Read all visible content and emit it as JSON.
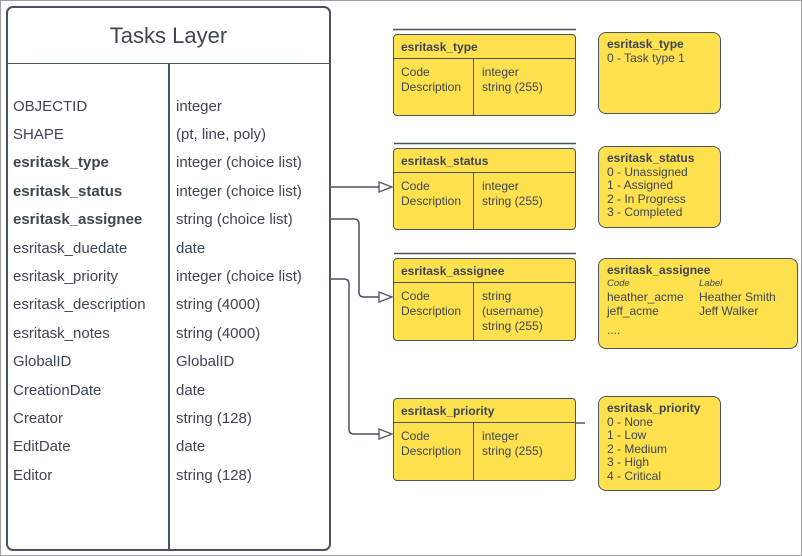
{
  "colors": {
    "accent_yellow": "#ffe14d",
    "ink": "#3e4553",
    "stroke": "#4a5362",
    "canvas_border": "#9e9e9e"
  },
  "tasks_layer": {
    "title": "Tasks Layer",
    "fields": [
      {
        "name": "OBJECTID",
        "type": "integer",
        "bold": false
      },
      {
        "name": "SHAPE",
        "type": "(pt, line, poly)",
        "bold": false
      },
      {
        "name": "esritask_type",
        "type": "integer (choice list)",
        "bold": true
      },
      {
        "name": "esritask_status",
        "type": "integer (choice list)",
        "bold": true
      },
      {
        "name": "esritask_assignee",
        "type": "string (choice list)",
        "bold": true
      },
      {
        "name": "esritask_duedate",
        "type": "date",
        "bold": false
      },
      {
        "name": "esritask_priority",
        "type": "integer (choice list)",
        "bold": false
      },
      {
        "name": "esritask_description",
        "type": "string (4000)",
        "bold": false
      },
      {
        "name": "esritask_notes",
        "type": "string (4000)",
        "bold": false
      },
      {
        "name": "GlobalID",
        "type": "GlobalID",
        "bold": false
      },
      {
        "name": "CreationDate",
        "type": "date",
        "bold": false
      },
      {
        "name": "Creator",
        "type": "string (128)",
        "bold": false
      },
      {
        "name": "EditDate",
        "type": "date",
        "bold": false
      },
      {
        "name": "Editor",
        "type": "string (128)",
        "bold": false
      }
    ]
  },
  "code_tables": [
    {
      "title": "esritask_type",
      "rows": [
        {
          "name": "Code",
          "type": "integer"
        },
        {
          "name": "Description",
          "type": "string (255)"
        }
      ]
    },
    {
      "title": "esritask_status",
      "rows": [
        {
          "name": "Code",
          "type": "integer"
        },
        {
          "name": "Description",
          "type": "string (255)"
        }
      ]
    },
    {
      "title": "esritask_assignee",
      "rows": [
        {
          "name": "Code",
          "type": "string (username)"
        },
        {
          "name": "Description",
          "type": "string (255)"
        }
      ]
    },
    {
      "title": "esritask_priority",
      "rows": [
        {
          "name": "Code",
          "type": "integer"
        },
        {
          "name": "Description",
          "type": "string (255)"
        }
      ]
    }
  ],
  "domain_lists": {
    "type": {
      "title": "esritask_type",
      "values": [
        "0 - Task type 1"
      ]
    },
    "status": {
      "title": "esritask_status",
      "values": [
        "0 - Unassigned",
        "1 - Assigned",
        "2 - In Progress",
        "3 - Completed"
      ]
    },
    "assignee": {
      "title": "esritask_assignee",
      "col_headers": {
        "code": "Code",
        "label": "Label"
      },
      "rows": [
        {
          "code": "heather_acme",
          "label": "Heather Smith"
        },
        {
          "code": "jeff_acme",
          "label": "Jeff Walker"
        }
      ],
      "ellipsis": "...."
    },
    "priority": {
      "title": "esritask_priority",
      "values": [
        "0 - None",
        "1 - Low",
        "2 - Medium",
        "3 - High",
        "4 - Critical"
      ]
    }
  }
}
